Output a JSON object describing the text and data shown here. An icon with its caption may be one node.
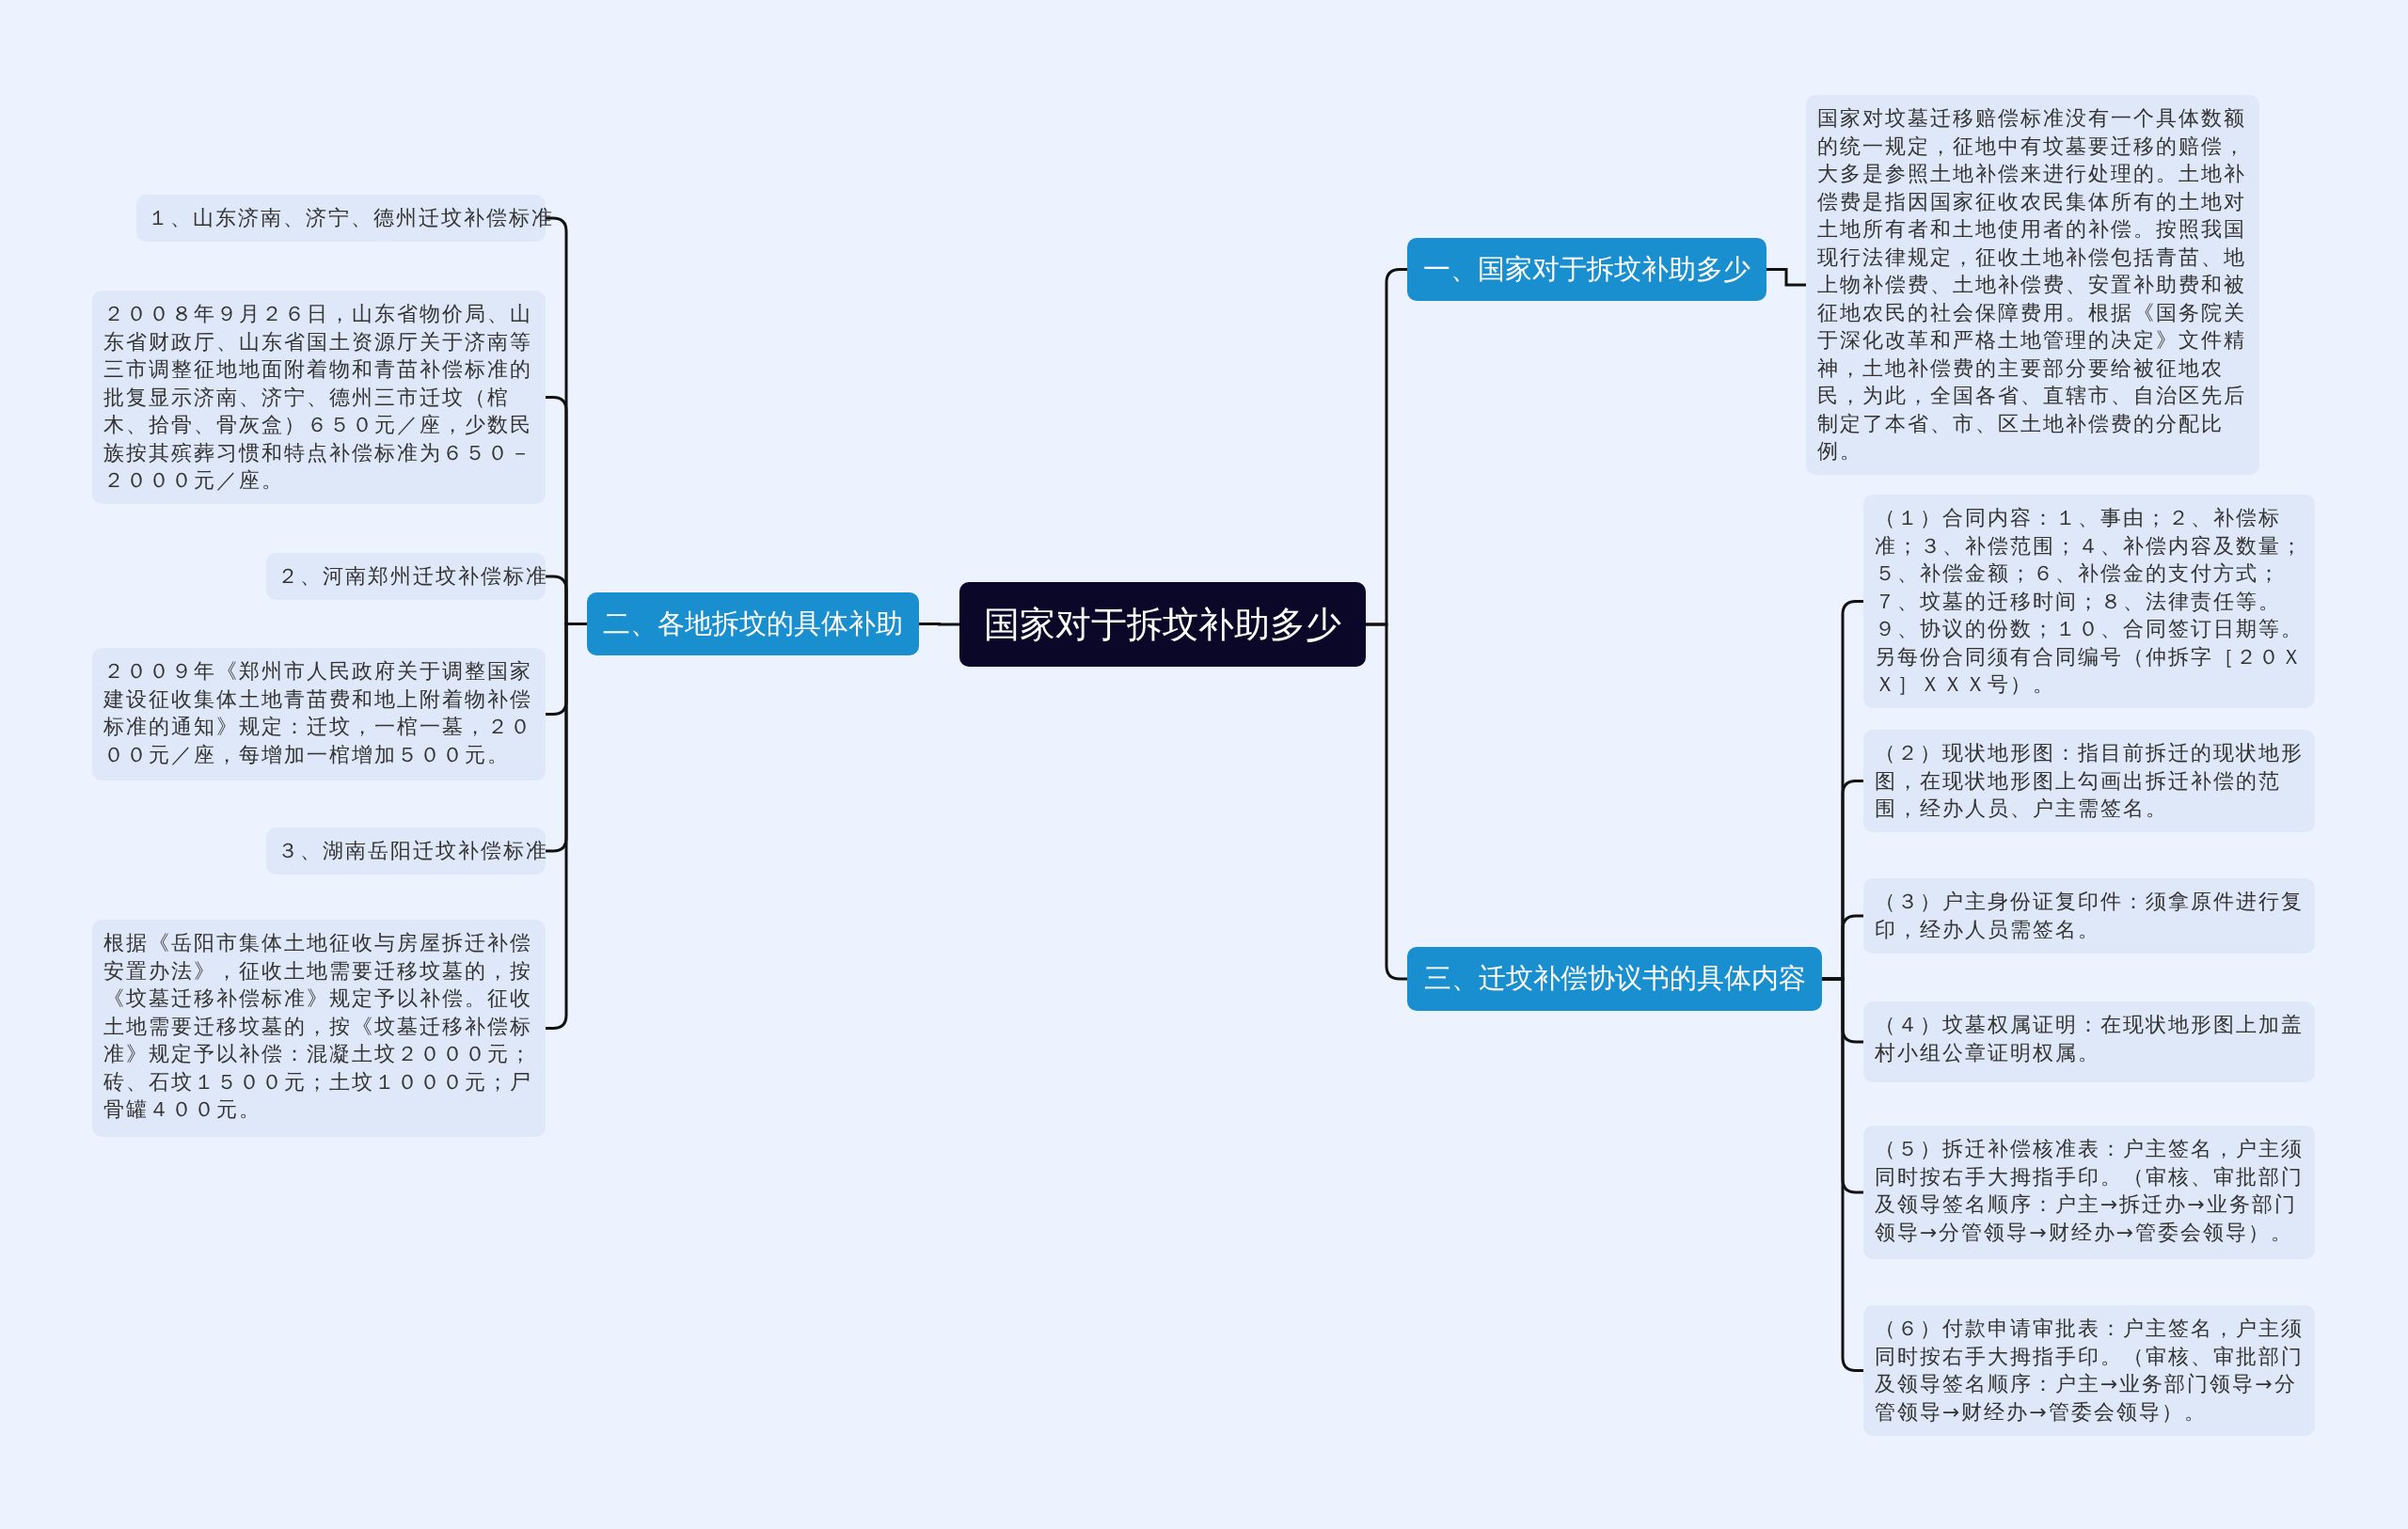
{
  "diagram": {
    "nodes": [
      {
        "text": [
          "国家对于拆坟补助多少"
        ]
      },
      {
        "text": [
          "一、国家对于拆坟补助多少"
        ]
      },
      {
        "text": [
          "国家对坟墓迁移赔偿标准没有一个具体数额的统一规定，征地中有坟墓要迁移的赔偿，大多是参照土地补偿来进行处理的。土地补偿费是指因国家征收农民集体所有的土地对土地所有者和土地使用者的补偿。按照我国现行法律规定，征收土地补偿包括青苗、地上物补偿费、土地补偿费、安置补助费和被征地农民的社会保障费用。根据《国务院关于深化改革和严格土地管理的决定》文件精神，土地补偿费的主要部分要给被征地农民，为此，全国各省、直辖市、自治区先后制定了本省、市、区土地补偿费的分配比例。"
        ]
      },
      {
        "text": [
          "二、各地拆坟的具体补助"
        ]
      },
      {
        "text": [
          "１、山东济南、济宁、德州迁坟补偿标准"
        ]
      },
      {
        "text": [
          "２００８年９月２６日，山东省物价局、山东省财政厅、山东省国土资源厅关于济南等三市调整征地地面附着物和青苗补偿标准的批复显示济南、济宁、德州三市迁坟（棺木、拾骨、骨灰盒）６５０元／座，少数民族按其殡葬习惯和特点补偿标准为６５０－２０００元／座。"
        ]
      },
      {
        "text": [
          "２、河南郑州迁坟补偿标准"
        ]
      },
      {
        "text": [
          "２００９年《郑州市人民政府关于调整国家建设征收集体土地青苗费和地上附着物补偿标准的通知》规定：迁坟，一棺一墓，２０００元／座，每增加一棺增加５００元。"
        ]
      },
      {
        "text": [
          "３、湖南岳阳迁坟补偿标准"
        ]
      },
      {
        "text": [
          "根据《岳阳市集体土地征收与房屋拆迁补偿安置办法》，征收土地需要迁移坟墓的，按《坟墓迁移补偿标准》规定予以补偿。征收土地需要迁移坟墓的，按《坟墓迁移补偿标准》规定予以补偿：混凝土坟２０００元；砖、石坟１５００元；土坟１０００元；尸骨罐４００元。"
        ]
      },
      {
        "text": [
          "三、迁坟补偿协议书的具体内容"
        ]
      },
      {
        "text": [
          "（１）合同内容：１、事由；２、补偿标准；３、补偿范围；４、补偿内容及数量；５、补偿金额；６、补偿金的支付方式；７、坟墓的迁移时间；８、法律责任等。９、协议的份数；１０、合同签订日期等。另每份合同须有合同编号（仲拆字［２０ＸＸ］ＸＸＸ号）。"
        ]
      },
      {
        "text": [
          "（２）现状地形图：指目前拆迁的现状地形图，在现状地形图上勾画出拆迁补偿的范围，经办人员、户主需签名。"
        ]
      },
      {
        "text": [
          "（３）户主身份证复印件：须拿原件进行复印，经办人员需签名。"
        ]
      },
      {
        "text": [
          "（４）坟墓权属证明：在现状地形图上加盖村小组公章证明权属。"
        ]
      },
      {
        "text": [
          "（５）拆迁补偿核准表：户主签名，户主须同时按右手大拇指手印。（审核、审批部门及领导签名顺序：户主→拆迁办→业务部门领导→分管领导→财经办→管委会领导）。"
        ]
      },
      {
        "text": [
          "（６）付款申请审批表：户主签名，户主须同时按右手大拇指手印。（审核、审批部门及领导签名顺序：户主→业务部门领导→分管领导→财经办→管委会领导）。"
        ]
      }
    ],
    "edges": [
      {
        "from": 0,
        "to": 1,
        "arrow": "none"
      },
      {
        "from": 1,
        "to": 2,
        "arrow": "none"
      },
      {
        "from": 0,
        "to": 3,
        "arrow": "none"
      },
      {
        "from": 3,
        "to": 4,
        "arrow": "none"
      },
      {
        "from": 3,
        "to": 5,
        "arrow": "none"
      },
      {
        "from": 3,
        "to": 6,
        "arrow": "none"
      },
      {
        "from": 3,
        "to": 7,
        "arrow": "none"
      },
      {
        "from": 3,
        "to": 8,
        "arrow": "none"
      },
      {
        "from": 3,
        "to": 9,
        "arrow": "none"
      },
      {
        "from": 0,
        "to": 10,
        "arrow": "none"
      },
      {
        "from": 10,
        "to": 11,
        "arrow": "none"
      },
      {
        "from": 10,
        "to": 12,
        "arrow": "none"
      },
      {
        "from": 10,
        "to": 13,
        "arrow": "none"
      },
      {
        "from": 10,
        "to": 14,
        "arrow": "none"
      },
      {
        "from": 10,
        "to": 15,
        "arrow": "none"
      },
      {
        "from": 10,
        "to": 16,
        "arrow": "none"
      }
    ]
  }
}
